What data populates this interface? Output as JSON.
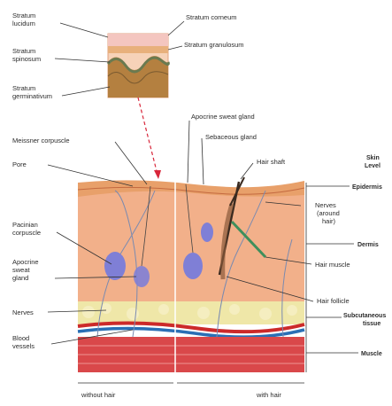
{
  "labels": {
    "stratum_lucidum": [
      "Stratum",
      "lucidum"
    ],
    "stratum_spinosum": [
      "Stratum",
      "spinosum"
    ],
    "stratum_germinativum": [
      "Stratum",
      "germinativum"
    ],
    "stratum_corneum": "Stratum corneum",
    "stratum_granulosum": "Stratum granulosum",
    "apocrine_sweat_gland_top": "Apocrine sweat gland",
    "sebaceous_gland": "Sebaceous gland",
    "hair_shaft": "Hair shaft",
    "meissner_corpuscle": "Meissner corpuscle",
    "pore": "Pore",
    "pacinian_corpuscle": [
      "Pacinian",
      "corpuscle"
    ],
    "apocrine_sweat_gland_left": [
      "Apocrine",
      "sweat",
      "gland"
    ],
    "nerves_left": "Nerves",
    "blood_vessels": [
      "Blood",
      "vessels"
    ],
    "nerves_right": [
      "Nerves",
      "(around",
      "hair)"
    ],
    "hair_muscle": "Hair muscle",
    "hair_follicle": "Hair follicle",
    "without_hair": "without hair",
    "with_hair": "with hair"
  },
  "layers": {
    "skin_level": [
      "Skin",
      "Level"
    ],
    "epidermis": "Epidermis",
    "dermis": "Dermis",
    "subcutaneous": [
      "Subcutaneous",
      "tissue"
    ],
    "muscle": "Muscle"
  },
  "colors": {
    "epidermis": "#e8a06a",
    "dermis": "#f2b08a",
    "fat": "#efe7a8",
    "muscle": "#d9484a",
    "artery": "#cc2a2a",
    "vein": "#2a6fb5",
    "gland": "#7f7fd6",
    "inset_bg": "#d9a070",
    "arrow": "#d8263a",
    "hair_muscle": "#3f8f5c"
  }
}
